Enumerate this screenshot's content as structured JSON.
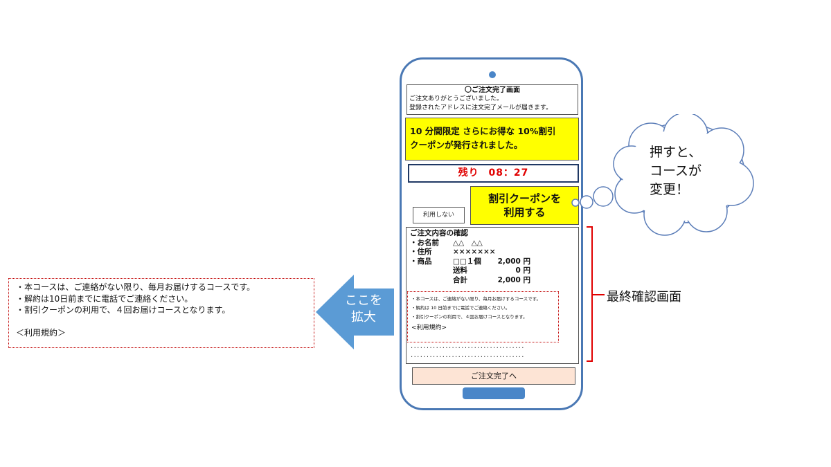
{
  "phone": {
    "header_title": "〇ご注文完了画面",
    "header_line1": "ご注文ありがとうございました。",
    "header_line2": "登録されたアドレスに注文完了メールが届きます。",
    "promo_line1": "10 分間限定 さらにお得な 10%割引",
    "promo_line2": "クーポンが発行されました。",
    "timer_label": "残り",
    "timer_value": "08：27",
    "use_coupon_line1": "割引クーポンを",
    "use_coupon_line2": "利用する",
    "no_use_label": "利用しない",
    "confirm": {
      "title": "ご注文内容の確認",
      "name_label": "・お名前",
      "name_value": "△△　△△",
      "address_label": "・住所",
      "address_value": "×××××××",
      "item_label": "・商品",
      "item_name": "□□１個",
      "item_price": "2,000 円",
      "shipping_label": "送料",
      "shipping_value": "0 円",
      "total_label": "合計",
      "total_value": "2,000 円"
    },
    "terms_small": {
      "line1": "・本コースは、ご連絡がない限り、毎月お届けするコースです。",
      "line2": "・解約は 10 日前までに電話でご連絡ください。",
      "line3": "・割引クーポンの利用で、４回お届けコースとなります。",
      "link": "<利用規約>"
    },
    "dots": "····································",
    "complete_button": "ご注文完了へ"
  },
  "zoom_terms": {
    "line1": "・本コースは、ご連絡がない限り、毎月お届けするコースです。",
    "line2": "・解約は10日前までに電話でご連絡ください。",
    "line3": "・割引クーポンの利用で、４回お届けコースとなります。",
    "link": "＜利用規約＞"
  },
  "arrow": {
    "line1": "ここを",
    "line2": "拡大",
    "color": "#5b9bd5"
  },
  "cloud": {
    "line1": "押すと、",
    "line2": "コースが",
    "line3": "変更！",
    "stroke": "#5b7db8"
  },
  "bracket": {
    "label": "最終確認画面",
    "color": "#e00000"
  },
  "colors": {
    "phone_border": "#4a78b4",
    "highlight": "#ffff00",
    "complete_bg": "#fde4d5",
    "timer_text": "#e00000"
  }
}
